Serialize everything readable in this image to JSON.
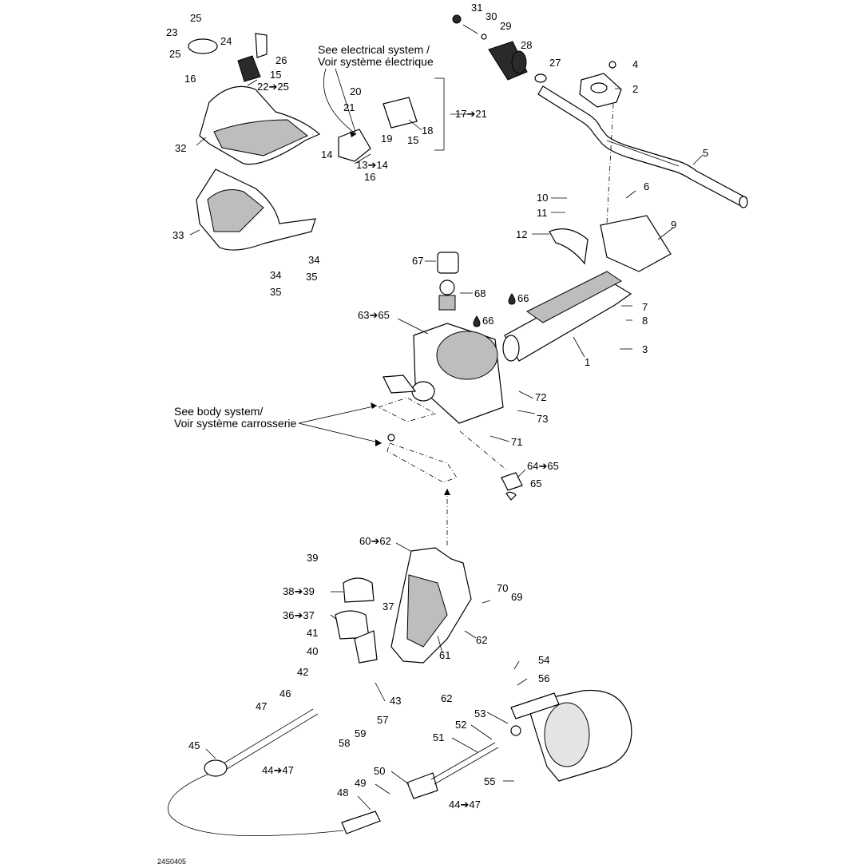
{
  "notes": {
    "electrical_en": "See electrical system /",
    "electrical_fr": "Voir système électrique",
    "body_en": "See body system/",
    "body_fr": "Voir système carrosserie"
  },
  "drawing_code": "24S0405",
  "callouts": {
    "c1": "1",
    "c2": "2",
    "c3": "3",
    "c4": "4",
    "c5": "5",
    "c6": "6",
    "c7": "7",
    "c8": "8",
    "c9": "9",
    "c10": "10",
    "c11": "11",
    "c12": "12",
    "c13": "13➔14",
    "c14": "14",
    "c15a": "15",
    "c15b": "15",
    "c16a": "16",
    "c16b": "16",
    "c17": "17➔21",
    "c18": "18",
    "c19": "19",
    "c20": "20",
    "c21": "21",
    "c22": "22➔25",
    "c23": "23",
    "c24": "24",
    "c25a": "25",
    "c25b": "25",
    "c26": "26",
    "c27": "27",
    "c28": "28",
    "c29": "29",
    "c30": "30",
    "c31": "31",
    "c32": "32",
    "c33": "33",
    "c34a": "34",
    "c34b": "34",
    "c35a": "35",
    "c35b": "35",
    "c36": "36➔37",
    "c37": "37",
    "c38": "38➔39",
    "c39": "39",
    "c40": "40",
    "c41": "41",
    "c42": "42",
    "c43": "43",
    "c44a": "44➔47",
    "c44b": "44➔47",
    "c45": "45",
    "c46": "46",
    "c47": "47",
    "c48": "48",
    "c49": "49",
    "c50": "50",
    "c51": "51",
    "c52": "52",
    "c53": "53",
    "c54": "54",
    "c55": "55",
    "c56": "56",
    "c57": "57",
    "c58": "58",
    "c59": "59",
    "c60": "60➔62",
    "c61": "61",
    "c62a": "62",
    "c62b": "62",
    "c63": "63➔65",
    "c64": "64➔65",
    "c65": "65",
    "c66a": "66",
    "c66b": "66",
    "c67": "67",
    "c68": "68",
    "c69": "69",
    "c70": "70",
    "c71": "71",
    "c72": "72",
    "c73": "73"
  }
}
